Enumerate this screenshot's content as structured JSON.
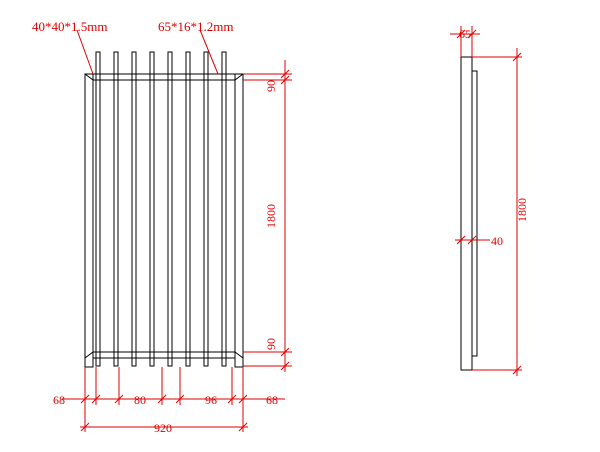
{
  "front_view": {
    "post_spec": "40*40*1.5mm",
    "rail_spec": "65*16*1.2mm",
    "top_rail_offset": "90",
    "bottom_rail_offset": "90",
    "height": "1800",
    "left_margin": "68",
    "right_margin": "68",
    "picket_gap_left": "80",
    "picket_gap_right": "96",
    "total_width": "920"
  },
  "side_view": {
    "depth": "65",
    "height": "1800",
    "post_width": "40"
  },
  "colors": {
    "dimension": "#e00000",
    "outline": "#000000"
  }
}
